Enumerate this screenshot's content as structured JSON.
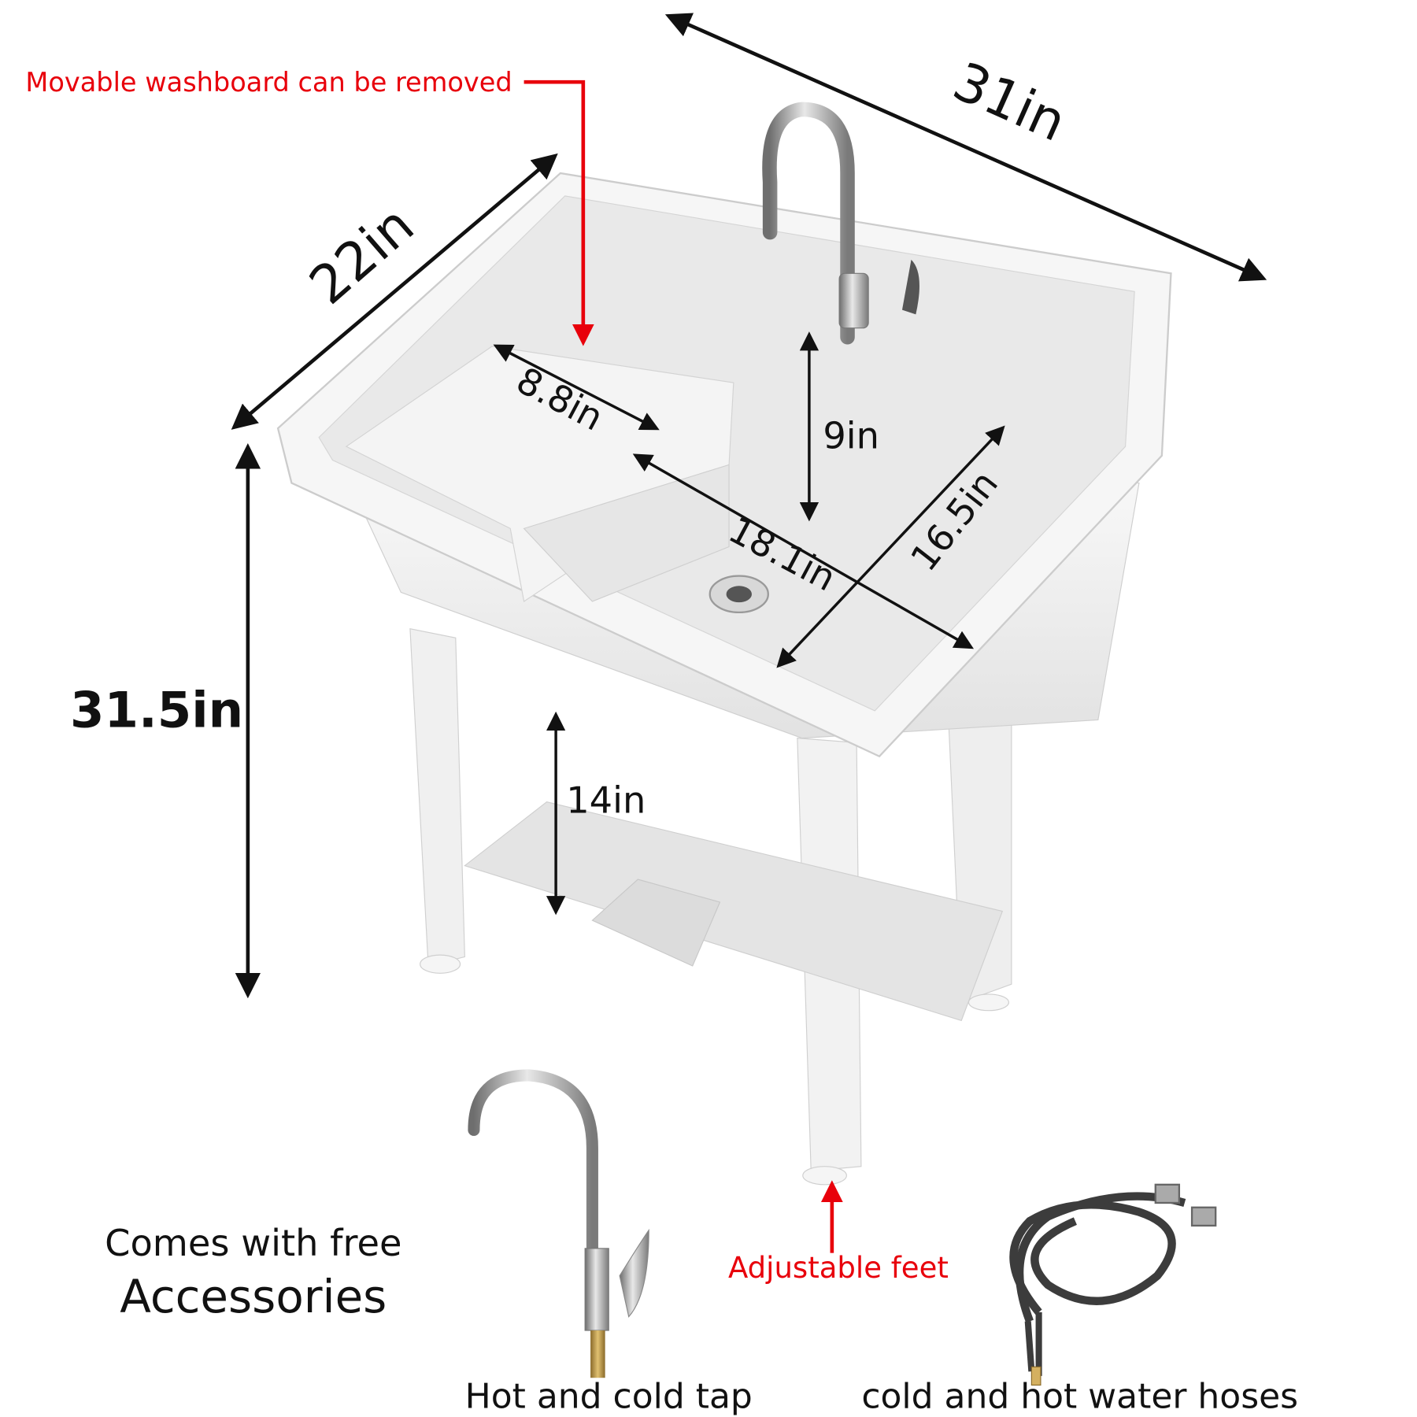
{
  "annotations": {
    "washboard_note": "Movable washboard can be removed",
    "feet_note": "Adjustable feet",
    "annotation_color": "#e8000b"
  },
  "dimensions": {
    "width": "31in",
    "depth": "22in",
    "height": "31.5in",
    "washboard_width": "8.8in",
    "basin_depth": "9in",
    "basin_length": "18.1in",
    "basin_width": "16.5in",
    "shelf_height": "14in"
  },
  "accessories": {
    "heading_line1": "Comes with free",
    "heading_line2": "Accessories",
    "items": [
      {
        "label": "Hot and cold tap"
      },
      {
        "label": "cold and hot water hoses"
      }
    ]
  },
  "colors": {
    "text": "#111111",
    "sink_body": "#f1f1f1",
    "sink_shadow": "#d9d9d9",
    "chrome": "#a9a9a9"
  }
}
